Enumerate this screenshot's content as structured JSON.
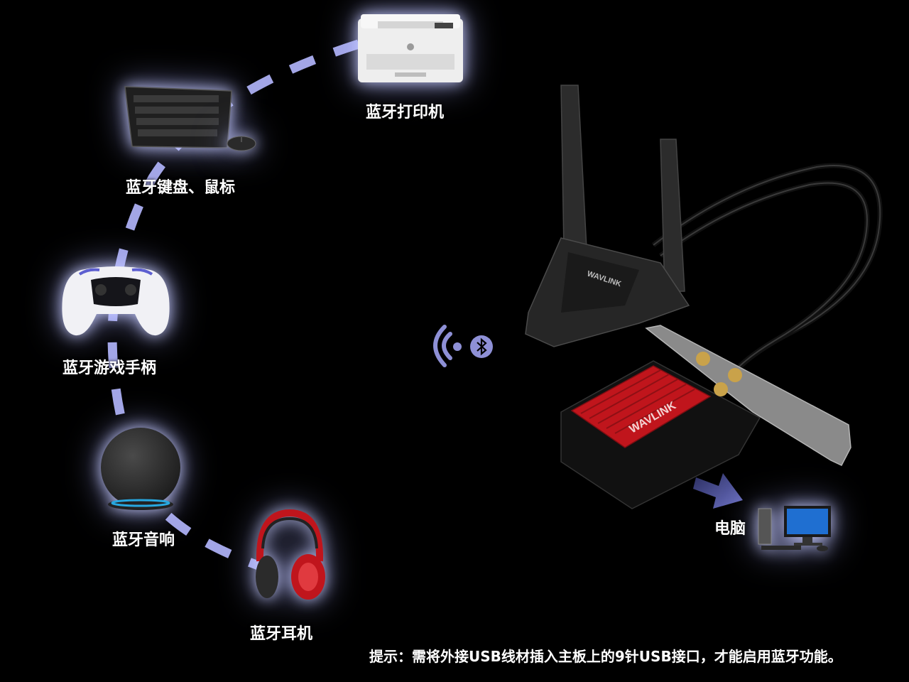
{
  "colors": {
    "background": "#000000",
    "dash": "#a3a6e6",
    "signal": "#8e90d6",
    "card_red": "#c0151c",
    "arrow": "#5a5fb0"
  },
  "devices": {
    "printer": {
      "label": "蓝牙打印机"
    },
    "keyboard": {
      "label": "蓝牙键盘、鼠标"
    },
    "gamepad": {
      "label": "蓝牙游戏手柄"
    },
    "speaker": {
      "label": "蓝牙音响"
    },
    "headphones": {
      "label": "蓝牙耳机"
    },
    "computer": {
      "label": "电脑"
    }
  },
  "product": {
    "brand": "WAVLINK"
  },
  "hint": "提示：需将外接USB线材插入主板上的9针USB接口，才能启用蓝牙功能。"
}
